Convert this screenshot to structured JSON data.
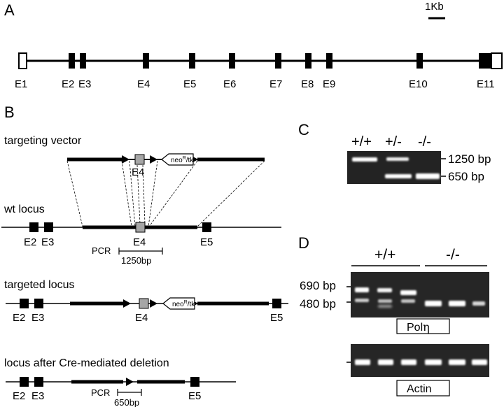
{
  "panel_a": {
    "letter": "A",
    "scale_label": "1Kb",
    "exons": [
      "E1",
      "E2",
      "E3",
      "E4",
      "E5",
      "E6",
      "E7",
      "E8",
      "E9",
      "E10",
      "E11"
    ]
  },
  "panel_b": {
    "letter": "B",
    "targeting_vector": {
      "label": "targeting vector",
      "exon": "E4",
      "cassette_main": "neo",
      "cassette_sup": "R",
      "cassette_rest": "/tk"
    },
    "wt_locus": {
      "label": "wt locus",
      "exons": [
        "E2",
        "E3",
        "E4",
        "E5"
      ],
      "pcr_label": "PCR",
      "pcr_size": "1250bp"
    },
    "targeted_locus": {
      "label": "targeted locus",
      "exons": [
        "E2",
        "E3",
        "E4",
        "E5"
      ],
      "cassette_main": "neo",
      "cassette_sup": "R",
      "cassette_rest": "/tk"
    },
    "deleted_locus": {
      "label": "locus after Cre-mediated deletion",
      "exons": [
        "E2",
        "E3",
        "E5"
      ],
      "pcr_label": "PCR",
      "pcr_size": "650bp"
    }
  },
  "panel_c": {
    "letter": "C",
    "genotypes": [
      "+/+",
      "+/-",
      "-/-"
    ],
    "size_labels": [
      "1250 bp",
      "650 bp"
    ]
  },
  "panel_d": {
    "letter": "D",
    "genotypes": [
      "+/+",
      "-/-"
    ],
    "size_labels": [
      "690 bp",
      "480 bp"
    ],
    "gene_label_main": "Pol",
    "gene_label_greek": "η",
    "control_label": "Actin"
  }
}
